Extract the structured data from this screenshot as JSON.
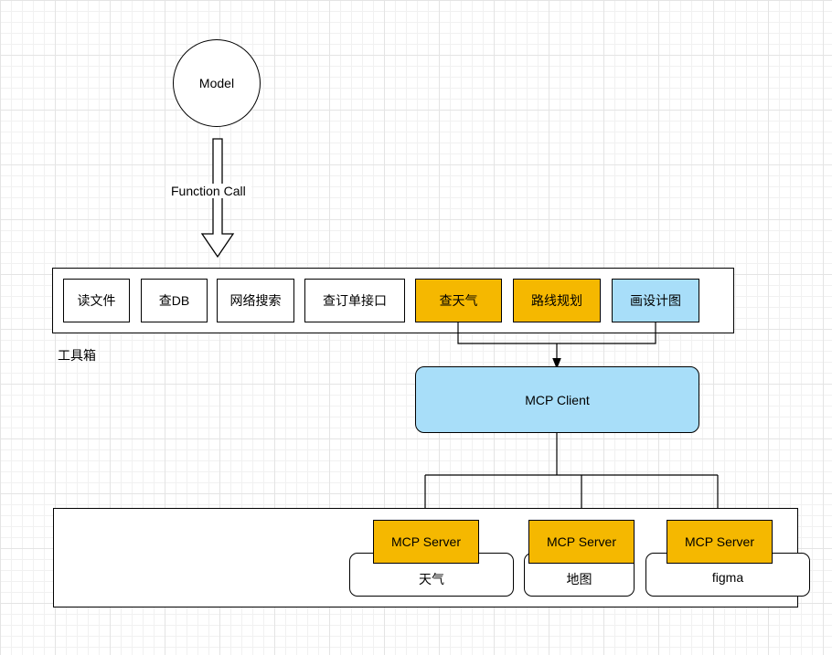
{
  "model": {
    "label": "Model"
  },
  "function_call": {
    "label": "Function Call"
  },
  "toolbox": {
    "label": "工具箱",
    "tools": [
      {
        "label": "读文件",
        "color": "#ffffff"
      },
      {
        "label": "查DB",
        "color": "#ffffff"
      },
      {
        "label": "网络搜索",
        "color": "#ffffff"
      },
      {
        "label": "查订单接口",
        "color": "#ffffff"
      },
      {
        "label": "查天气",
        "color": "#f5b800"
      },
      {
        "label": "路线规划",
        "color": "#f5b800"
      },
      {
        "label": "画设计图",
        "color": "#a8def9"
      }
    ]
  },
  "client": {
    "label": "MCP Client",
    "color": "#a8def9"
  },
  "servers": [
    {
      "label": "MCP Server",
      "service": "天气",
      "color": "#f5b800"
    },
    {
      "label": "MCP Server",
      "service": "地图",
      "color": "#f5b800"
    },
    {
      "label": "MCP Server",
      "service": "figma",
      "color": "#f5b800"
    }
  ]
}
